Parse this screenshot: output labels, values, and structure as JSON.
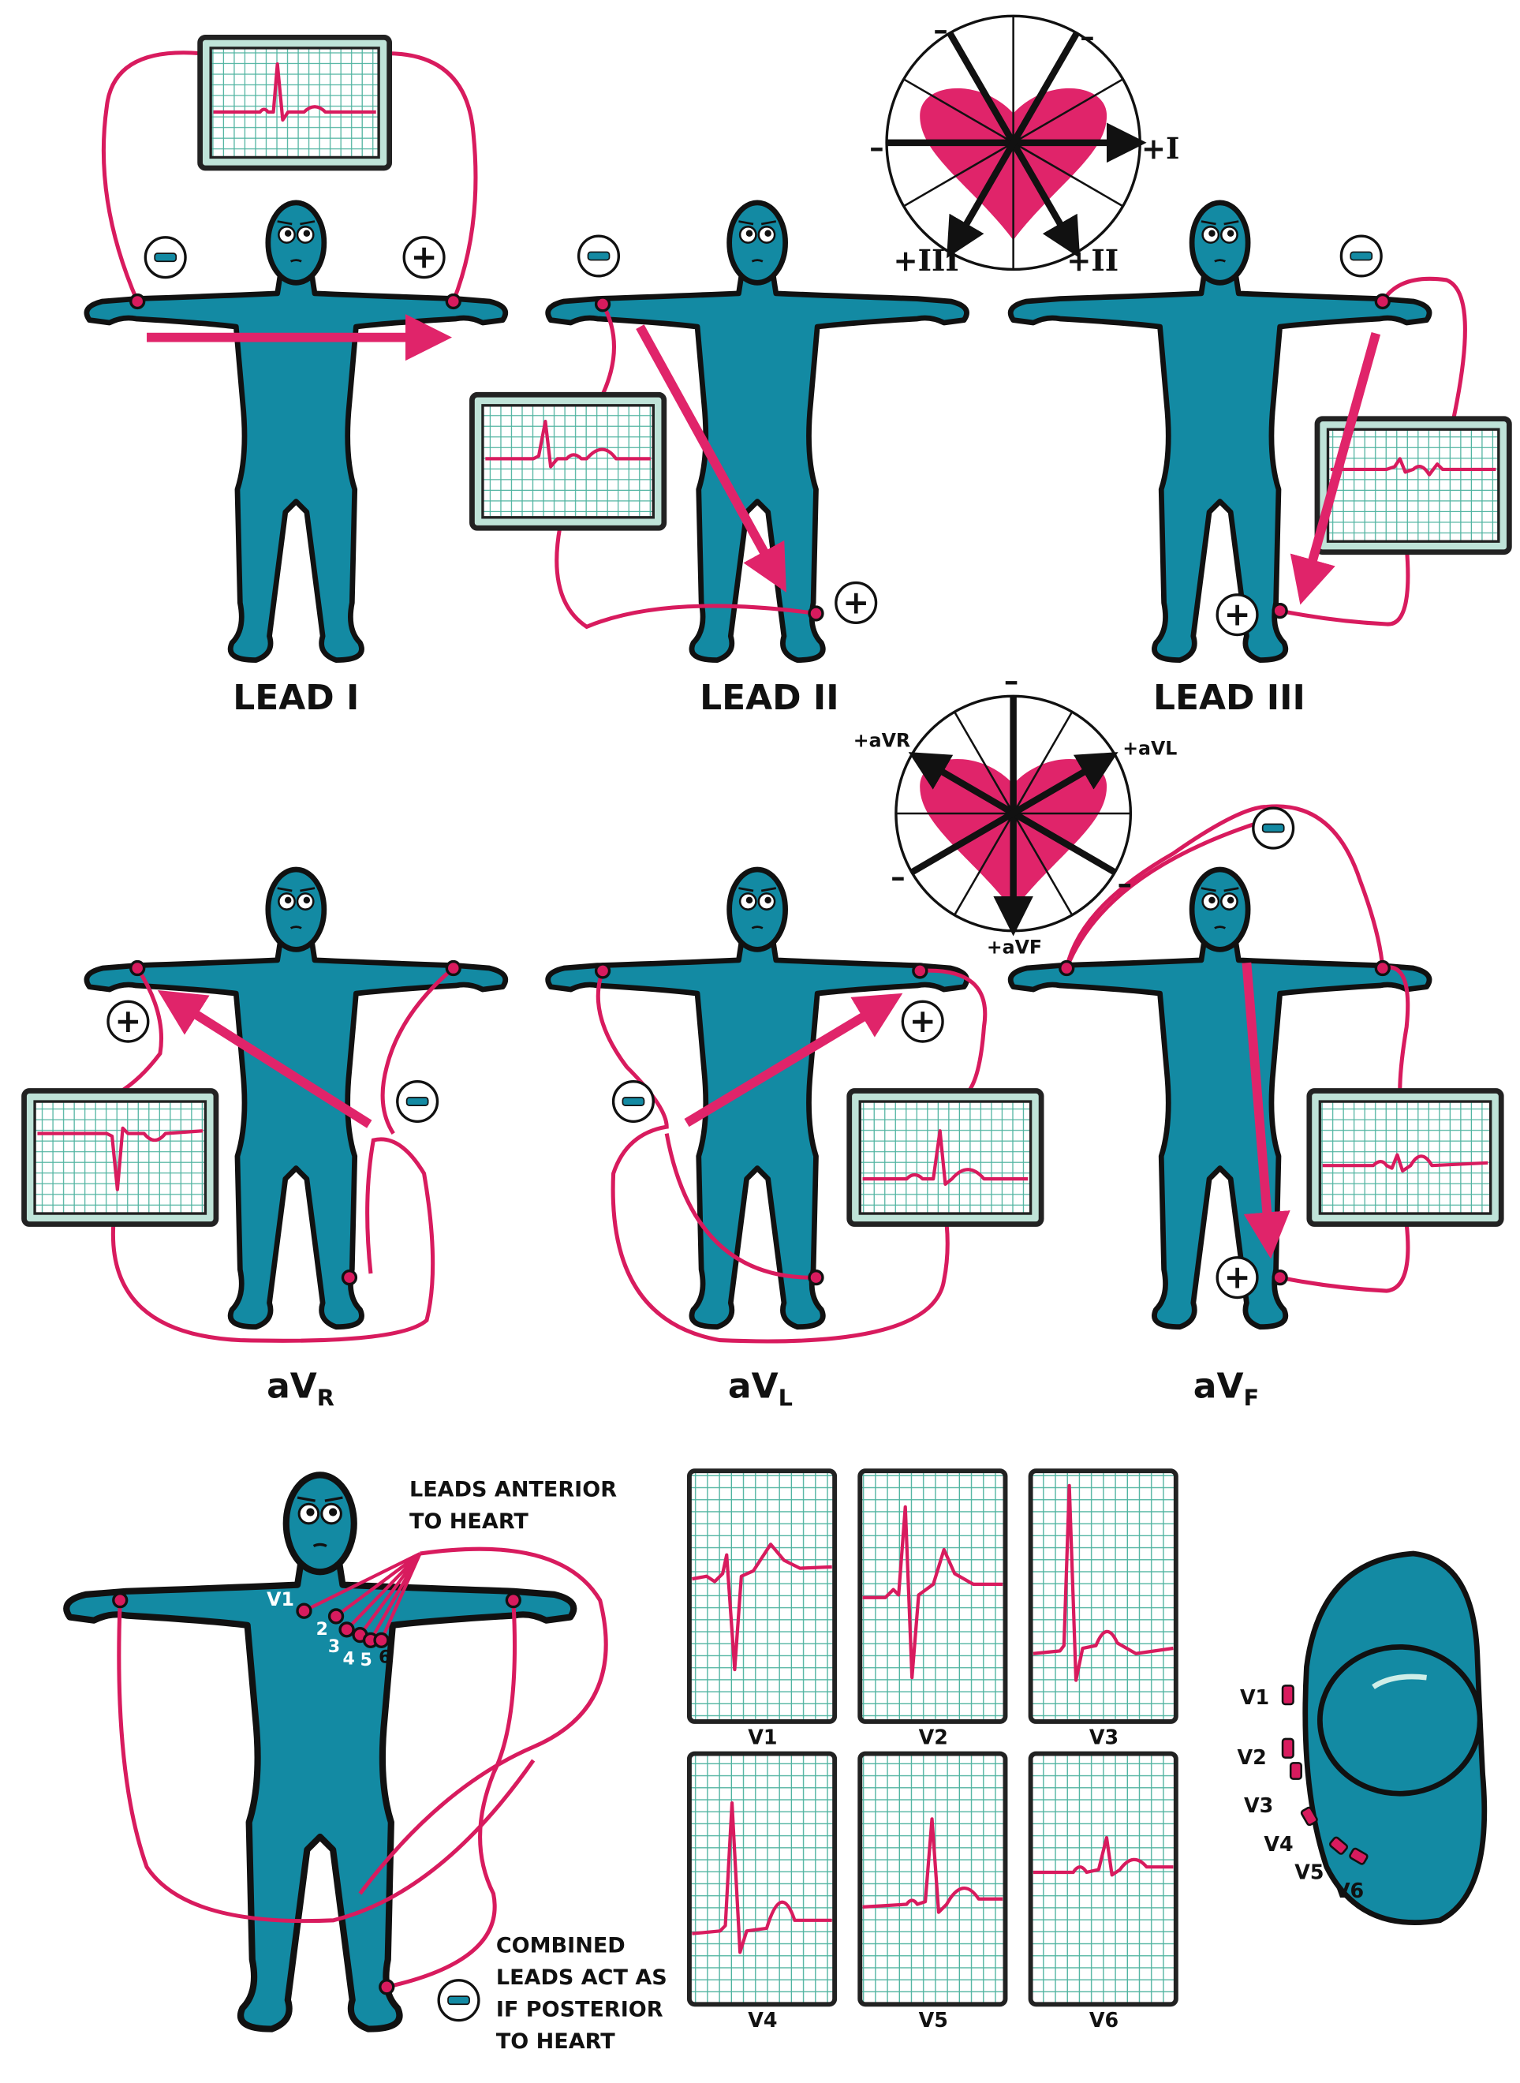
{
  "limb_leads": [
    {
      "label": "LEAD I"
    },
    {
      "label": "LEAD II"
    },
    {
      "label": "LEAD III"
    }
  ],
  "augmented_leads": [
    {
      "label": "aV",
      "sub": "R"
    },
    {
      "label": "aV",
      "sub": "L"
    },
    {
      "label": "aV",
      "sub": "F"
    }
  ],
  "wheel1": {
    "lead_i": "+I",
    "lead_ii": "+II",
    "lead_iii": "+III",
    "minus": "–"
  },
  "wheel2": {
    "avr": "+aVR",
    "avl": "+aVL",
    "avf": "+aVF",
    "minus": "–"
  },
  "electrodes": {
    "positive": "+",
    "negative": "–"
  },
  "precordial": {
    "anterior_note": [
      "LEADS ANTERIOR",
      "TO HEART"
    ],
    "posterior_note": [
      "COMBINED",
      "LEADS ACT AS",
      "IF POSTERIOR",
      "TO HEART"
    ],
    "chest_labels": [
      "V1",
      "2",
      "3",
      "4",
      "5",
      "6"
    ],
    "panel_labels": [
      "V1",
      "V2",
      "V3",
      "V4",
      "V5",
      "V6"
    ],
    "heart_labels": [
      "V1",
      "V2",
      "V3",
      "V4",
      "V5",
      "V6"
    ]
  },
  "colors": {
    "body": "#138aa3",
    "wire": "#d81b5e",
    "grid": "#4fb3a0"
  }
}
